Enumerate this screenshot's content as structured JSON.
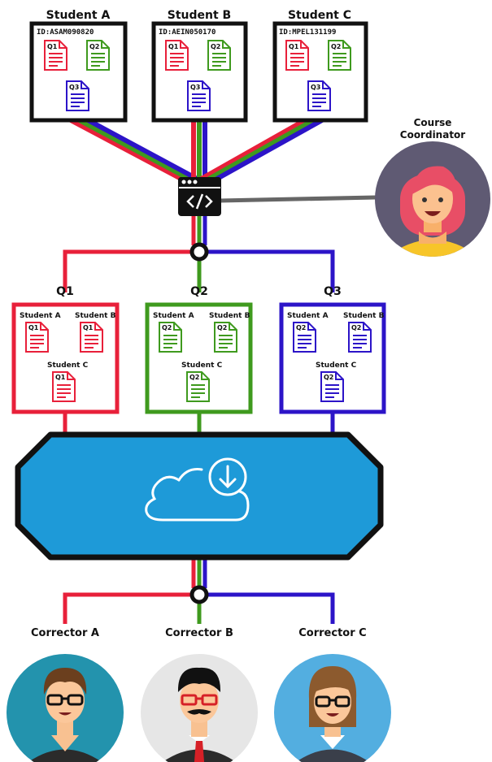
{
  "students": [
    {
      "name": "Student A",
      "id": "ID:ASAM090820",
      "docs": [
        "Q1",
        "Q2",
        "Q3"
      ]
    },
    {
      "name": "Student B",
      "id": "ID:AEIN050170",
      "docs": [
        "Q1",
        "Q2",
        "Q3"
      ]
    },
    {
      "name": "Student C",
      "id": "ID:MPEL131199",
      "docs": [
        "Q1",
        "Q2",
        "Q3"
      ]
    }
  ],
  "coordinator": {
    "line1": "Course",
    "line2": "Coordinator"
  },
  "questions": [
    {
      "title": "Q1",
      "color": "#e8203a",
      "sub": [
        "Student A",
        "Student B",
        "Student C"
      ],
      "doc": "Q1"
    },
    {
      "title": "Q2",
      "color": "#3f9a1e",
      "sub": [
        "Student A",
        "Student B",
        "Student C"
      ],
      "doc": "Q2"
    },
    {
      "title": "Q3",
      "color": "#2c14c8",
      "sub": [
        "Student A",
        "Student B",
        "Student C"
      ],
      "doc": "Q2"
    }
  ],
  "correctors": [
    "Corrector A",
    "Corrector B",
    "Corrector C"
  ],
  "colors": {
    "red": "#e8203a",
    "green": "#3f9a1e",
    "blue": "#2c14c8",
    "cloud": "#1e9ad8",
    "gray": "#666666"
  },
  "icons": [
    "code-window-icon",
    "cloud-download-icon",
    "document-icon"
  ]
}
